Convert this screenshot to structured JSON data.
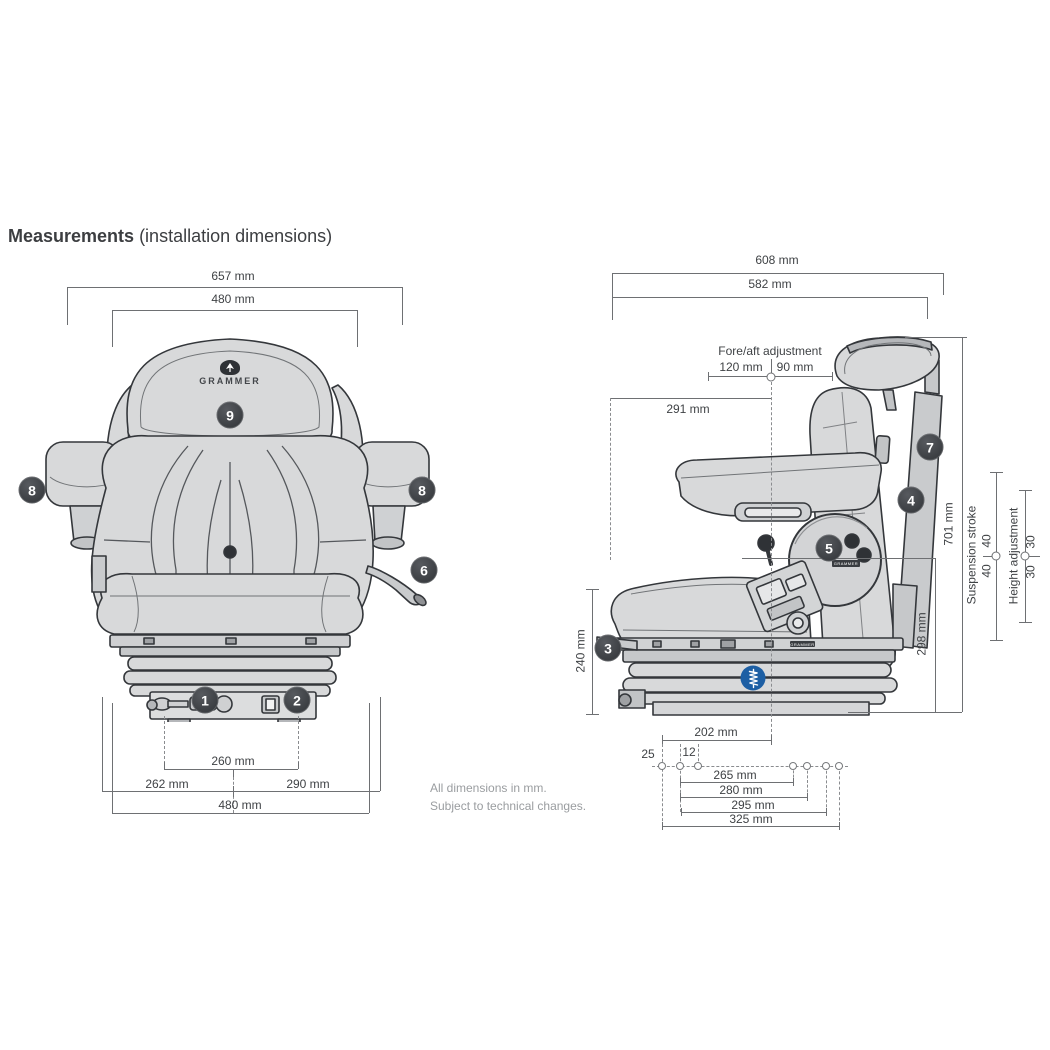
{
  "title": {
    "heading": "Measurements",
    "subheading": " (installation dimensions)"
  },
  "brand": "GRAMMER",
  "note": {
    "line1": "All dimensions in mm.",
    "line2": "Subject to technical changes."
  },
  "colors": {
    "accent_blue": "#1d5fa4",
    "callout_dark": "#3a3d41",
    "line_gray": "#6e7073",
    "seat_fill": "#d8d9da",
    "note_gray": "#9a9da0"
  },
  "front_view": {
    "dims": {
      "top_outer": "657 mm",
      "top_inner": "480 mm",
      "base_center": "260 mm",
      "base_left": "262 mm",
      "base_right": "290 mm",
      "base_outer": "480 mm"
    },
    "callouts": {
      "backrest": "9",
      "armrest_left": "8",
      "armrest_right": "8",
      "lever_right": "6",
      "control_left": "1",
      "control_right": "2"
    }
  },
  "side_view": {
    "dims": {
      "top_outer": "608 mm",
      "top_inner": "582 mm",
      "fore_aft_label": "Fore/aft adjustment",
      "fore_aft_back": "120 mm",
      "fore_aft_front": "90 mm",
      "seat_depth": "291 mm",
      "overall_height": "701 mm",
      "suspension_label": "Suspension stroke",
      "suspension_up": "40",
      "suspension_down": "40",
      "height_adj_label": "Height adjustment",
      "height_adj_up": "30",
      "height_adj_down": "30",
      "seat_height": "298 mm",
      "base_height": "240 mm",
      "rail_length": "202 mm",
      "hole_offset": "25",
      "hole_pitch": "12",
      "holes_265": "265 mm",
      "holes_280": "280 mm",
      "holes_295": "295 mm",
      "holes_325": "325 mm"
    },
    "callouts": {
      "backrest_ext": "7",
      "backrest_lower": "4",
      "seat_side": "5",
      "rail_lever": "3"
    }
  }
}
